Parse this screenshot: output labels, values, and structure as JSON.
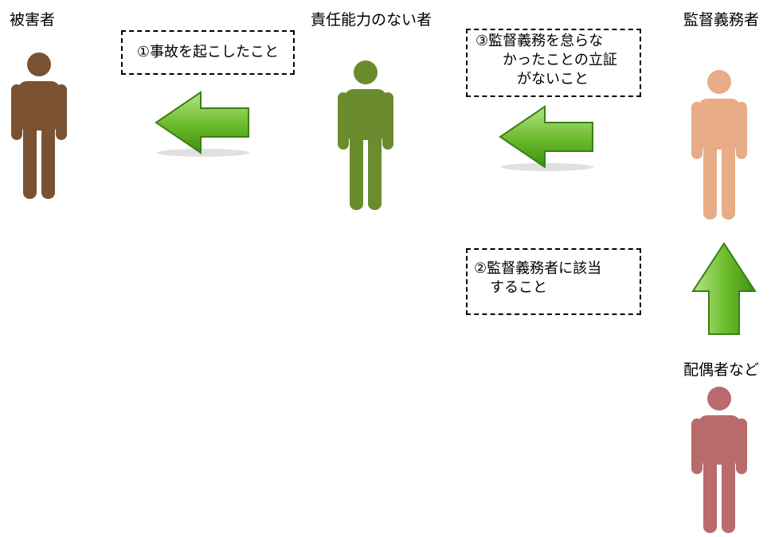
{
  "actors": {
    "victim": {
      "label": "被害者",
      "color": "#7a5232"
    },
    "incapable": {
      "label": "責任能力のない者",
      "color": "#6b8c2e"
    },
    "supervisor": {
      "label": "監督義務者",
      "color": "#e8ad86"
    },
    "spouse": {
      "label": "配偶者など",
      "color": "#b96b6b"
    }
  },
  "conditions": {
    "c1": "①事故を起こしたこと",
    "c2_line1": "②監督義務者に該当",
    "c2_line2": "すること",
    "c3_line1": "③監督義務を怠らな",
    "c3_line2": "かったことの立証",
    "c3_line3": "がないこと"
  },
  "arrow_color": "#5fae2e"
}
